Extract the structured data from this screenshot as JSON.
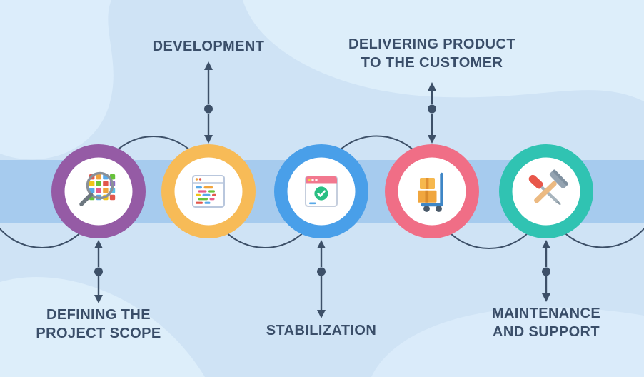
{
  "diagram": {
    "background_color": "#cfe3f5",
    "blob_color": "#deeefb",
    "band_color": "#a6cbee",
    "line_color": "#3d5068",
    "text_color": "#3a4e69"
  },
  "stages": [
    {
      "id": "defining-the-project-scope",
      "label": "DEFINING THE\nPROJECT SCOPE",
      "label_position": "bottom",
      "ring_color": "#955ba5",
      "icon": "magnifier-grid-icon"
    },
    {
      "id": "development",
      "label": "DEVELOPMENT",
      "label_position": "top",
      "ring_color": "#f7bb57",
      "icon": "code-window-icon"
    },
    {
      "id": "stabilization",
      "label": "STABILIZATION",
      "label_position": "bottom",
      "ring_color": "#499fe9",
      "icon": "approved-window-icon"
    },
    {
      "id": "delivering-product-to-the-customer",
      "label": "DELIVERING PRODUCT\nTO THE CUSTOMER",
      "label_position": "top",
      "ring_color": "#f06e86",
      "icon": "trolley-boxes-icon"
    },
    {
      "id": "maintenance-and-support",
      "label": "MAINTENANCE\nAND SUPPORT",
      "label_position": "bottom",
      "ring_color": "#30c3b2",
      "icon": "hammer-screwdriver-icon"
    }
  ]
}
